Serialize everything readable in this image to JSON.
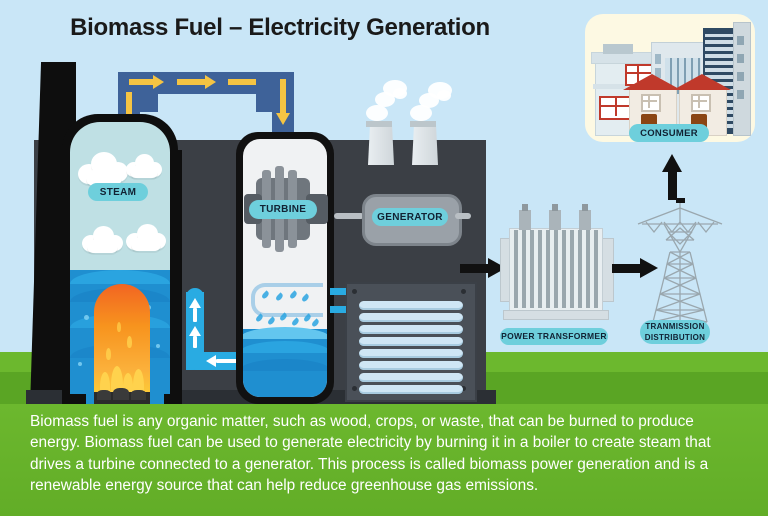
{
  "page": {
    "title": "Biomass Fuel – Electricity Generation",
    "background_color": "#c9e6f7",
    "grass_color": "#6cb82e",
    "caption_band_color": "#6cb82e"
  },
  "caption": {
    "text": "Biomass fuel is any organic matter, such as wood, crops, or waste, that can be burned to produce energy. Biomass fuel can be used to generate electricity by burning it in a boiler to create steam that drives a turbine connected to a generator. This process is called biomass power generation and is a renewable energy source that can help reduce greenhouse gas emissions."
  },
  "labels": {
    "steam": "STEAM",
    "turbine": "TURBINE",
    "generator": "GENERATOR",
    "power_transformer": "POWER TRANSFORMER",
    "transmission_line1": "TRANMISSION",
    "transmission_line2": "DISTRIBUTION",
    "consumer": "CONSUMER",
    "pill_color": "#6ecfdc"
  },
  "diagram": {
    "stages": [
      {
        "id": "boiler",
        "name": "Boiler with biomass furnace",
        "label": "STEAM"
      },
      {
        "id": "turbine",
        "name": "Steam turbine chamber",
        "label": "TURBINE"
      },
      {
        "id": "generator",
        "name": "Electric generator",
        "label": "GENERATOR"
      },
      {
        "id": "transformer",
        "name": "Power transformer",
        "label": "POWER TRANSFORMER"
      },
      {
        "id": "tower",
        "name": "Transmission tower",
        "label": "TRANMISSION DISTRIBUTION"
      },
      {
        "id": "consumer",
        "name": "Consumer buildings",
        "label": "CONSUMER"
      }
    ],
    "flows": [
      {
        "id": "steam-pipe",
        "from": "boiler",
        "to": "turbine",
        "medium": "steam",
        "color": "#3e6299",
        "arrow_color": "#f5c443"
      },
      {
        "id": "water-return",
        "from": "turbine",
        "to": "boiler",
        "medium": "condensate water",
        "color": "#29abe2",
        "arrow_color": "#ffffff"
      },
      {
        "id": "gen-to-transformer",
        "from": "generator",
        "to": "transformer",
        "medium": "electricity",
        "color": "#111111"
      },
      {
        "id": "transformer-to-tower",
        "from": "transformer",
        "to": "tower",
        "medium": "electricity",
        "color": "#111111"
      },
      {
        "id": "tower-to-consumer",
        "from": "tower",
        "to": "consumer",
        "medium": "electricity",
        "color": "#111111"
      }
    ]
  }
}
